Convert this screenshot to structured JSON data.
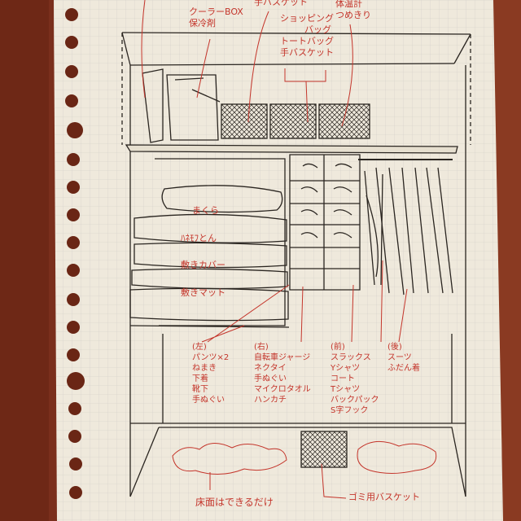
{
  "colors": {
    "wood": "#7a2f1c",
    "paper": "#efe9dc",
    "grid": "#c9c7c4",
    "ink": "#2a2520",
    "red_ink": "#c4352b"
  },
  "top": {
    "cooler": [
      "クーラーBOX",
      "保冷剤"
    ],
    "basket": "手バスケット",
    "bags": [
      "ショッピング",
      "バッグ",
      "トートバッグ",
      "手バスケット"
    ],
    "tools": [
      "体温計",
      "つめきり"
    ]
  },
  "bedding": {
    "pillow": "まくら",
    "futon": "ﾊﾈﾓﾌとん",
    "cover": "敷きカバー",
    "mat": "敷きマット"
  },
  "drawers": {
    "left": {
      "header": "(左)",
      "items": [
        "パンツ×2",
        "ねまき",
        "下着",
        "靴下",
        "手ぬぐい"
      ]
    },
    "right": {
      "header": "(右)",
      "items": [
        "自転車ジャージ",
        "ネクタイ",
        "手ぬぐい",
        "マイクロタオル",
        "ハンカチ"
      ]
    }
  },
  "hanging": {
    "front": {
      "header": "(前)",
      "items": [
        "スラックス",
        "Yシャツ",
        "コート",
        "Tシャツ",
        "バックパック",
        "S字フック"
      ]
    },
    "back": {
      "header": "(後)",
      "items": [
        "スーツ",
        "ふだん着"
      ]
    }
  },
  "floor": {
    "note": "床面はできるだけ",
    "trash": "ゴミ用バスケット"
  }
}
